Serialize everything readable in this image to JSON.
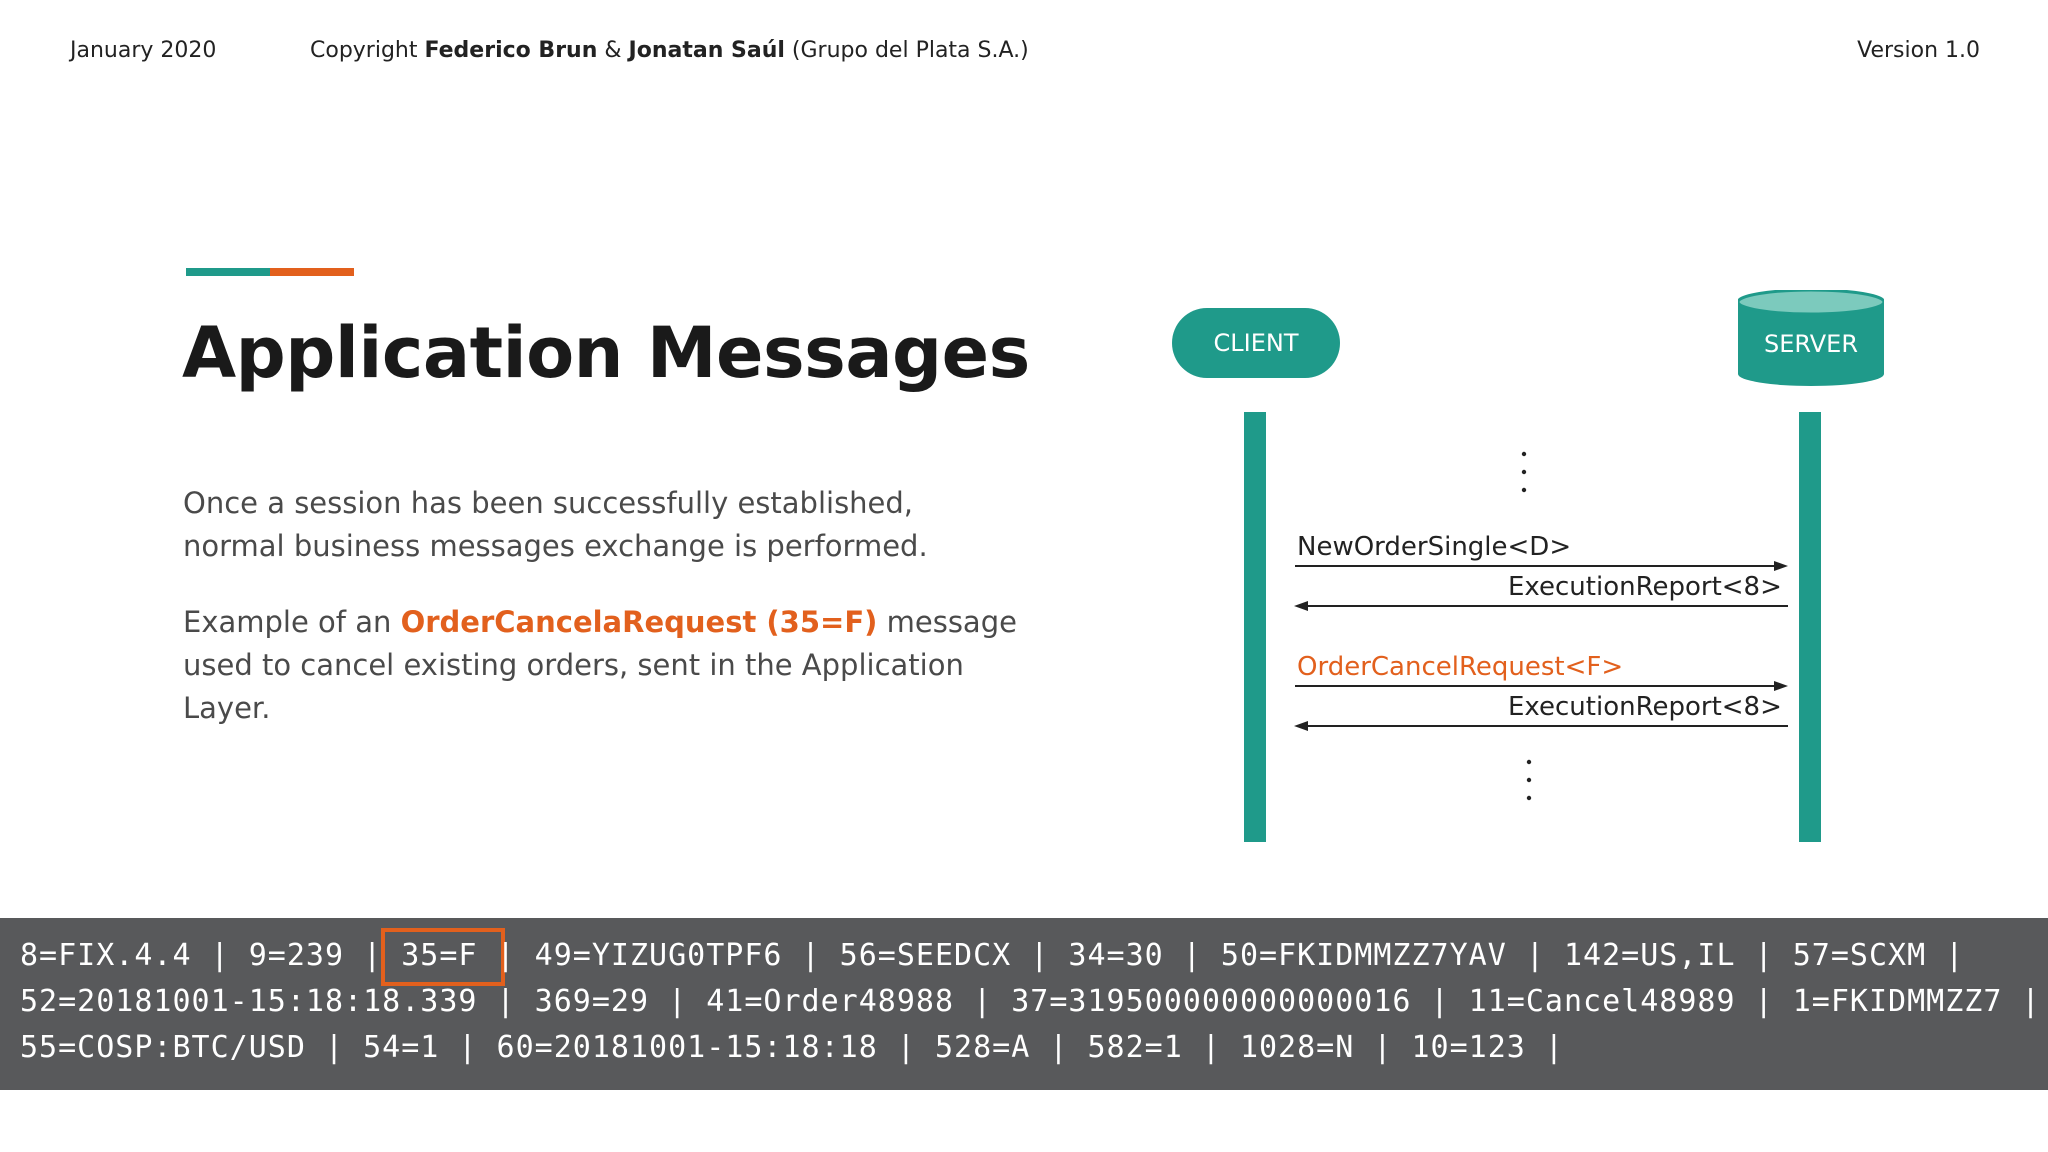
{
  "header": {
    "date": "January 2020",
    "copyright_prefix": "Copyright",
    "author_1": "Federico Brun",
    "ampersand": "&",
    "author_2": "Jonatan Saúl",
    "company": "(Grupo del Plata S.A.)",
    "version": "Version 1.0"
  },
  "colors": {
    "teal": "#1f9a8a",
    "orange": "#e2601d",
    "code_background": "#58595b"
  },
  "main": {
    "title": "Application Messages",
    "paragraph_1": "Once a session has been successfully established, normal business messages exchange is performed.",
    "paragraph_2_prefix": "Example of an",
    "paragraph_2_highlight": "OrderCancelaRequest (35=F)",
    "paragraph_2_suffix": "message used to cancel existing orders, sent in the Application Layer."
  },
  "diagram": {
    "client_label": "CLIENT",
    "server_label": "SERVER",
    "messages": [
      {
        "label": "NewOrderSingle<D>",
        "direction": "client-to-server",
        "highlight": false
      },
      {
        "label": "ExecutionReport<8>",
        "direction": "server-to-client",
        "highlight": false
      },
      {
        "label": "OrderCancelRequest<F>",
        "direction": "client-to-server",
        "highlight": true
      },
      {
        "label": "ExecutionReport<8>",
        "direction": "server-to-client",
        "highlight": false
      }
    ],
    "ellipsis": "⋮"
  },
  "fix_message": {
    "line_1": "8=FIX.4.4 | 9=239 | 35=F | 49=YIZUG0TPF6 | 56=SEEDCX | 34=30 | 50=FKIDMMZZ7YAV | 142=US,IL | 57=SCXM |",
    "line_2": "52=20181001-15:18:18.339 | 369=29 | 41=Order48988 | 37=319500000000000016 | 11=Cancel48989 | 1=FKIDMMZZ7 |",
    "line_3": "55=COSP:BTC/USD | 54=1 | 60=20181001-15:18:18 | 528=A | 582=1 | 1028=N | 10=123 |",
    "highlighted_field": "35=F"
  }
}
